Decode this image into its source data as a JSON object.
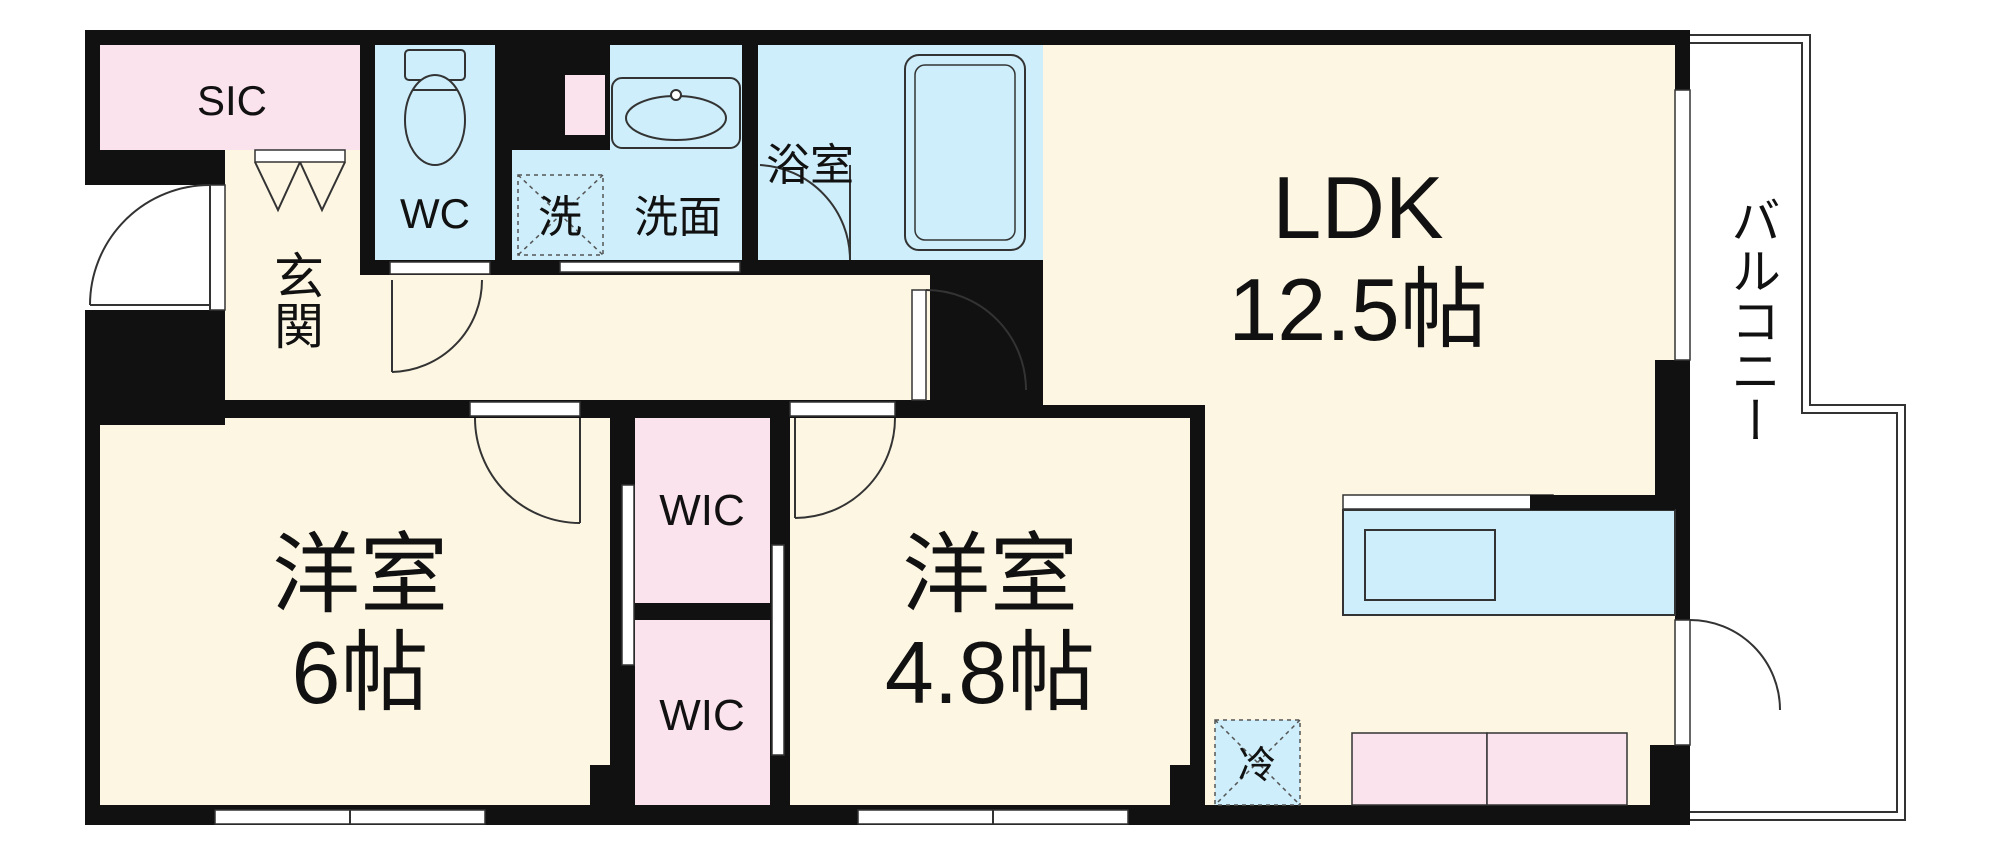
{
  "labels": {
    "sic": "SIC",
    "wc": "WC",
    "washer": "洗",
    "washroom": "洗面",
    "bath": "浴室",
    "ldk_name": "LDK",
    "ldk_size": "12.5帖",
    "entrance": "玄関",
    "balcony": "バルコニー",
    "room1_name": "洋室",
    "room1_size": "6帖",
    "room2_name": "洋室",
    "room2_size": "4.8帖",
    "wic_upper": "WIC",
    "wic_lower": "WIC",
    "fridge": "冷"
  },
  "colors": {
    "wall": "#111111",
    "room_cream": "#fdf6e3",
    "wet_blue": "#cdeefa",
    "closet_pink": "#fbe3ee",
    "balcony": "#ffffff"
  }
}
